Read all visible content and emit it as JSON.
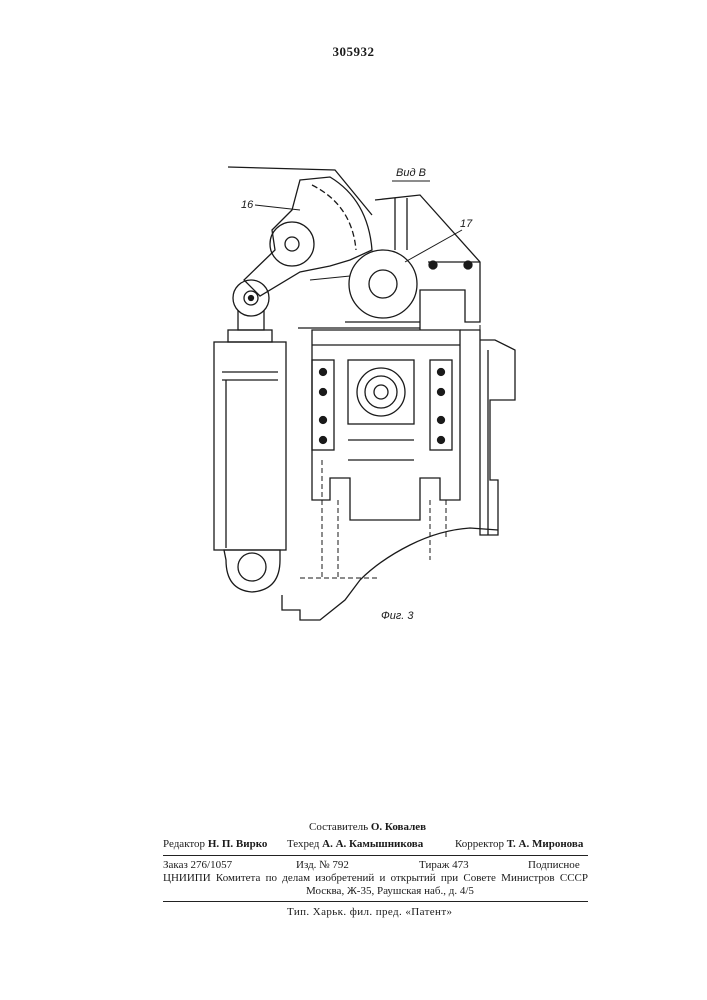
{
  "header": {
    "patent_number": "305932"
  },
  "figure": {
    "view_label": "Вид В",
    "caption": "Фиг. 3",
    "callouts": [
      "16",
      "17"
    ]
  },
  "footer": {
    "compiler_label": "Составитель",
    "compiler_name": "О. Ковалев",
    "editor_label": "Редактор",
    "editor_name": "Н. П. Вирко",
    "techred_label": "Техред",
    "techred_name": "А. А. Камышникова",
    "corrector_label": "Корректор",
    "corrector_name": "Т. А. Миронова",
    "order": "Заказ 276/1057",
    "edition": "Изд. № 792",
    "circulation": "Тираж 473",
    "subscription": "Подписное",
    "org_line": "ЦНИИПИ Комитета по делам изобретений и открытий при Совете Министров СССР",
    "address_line": "Москва, Ж-35, Раушская наб., д. 4/5",
    "printer_line": "Тип. Харьк. фил. пред. «Патент»"
  }
}
